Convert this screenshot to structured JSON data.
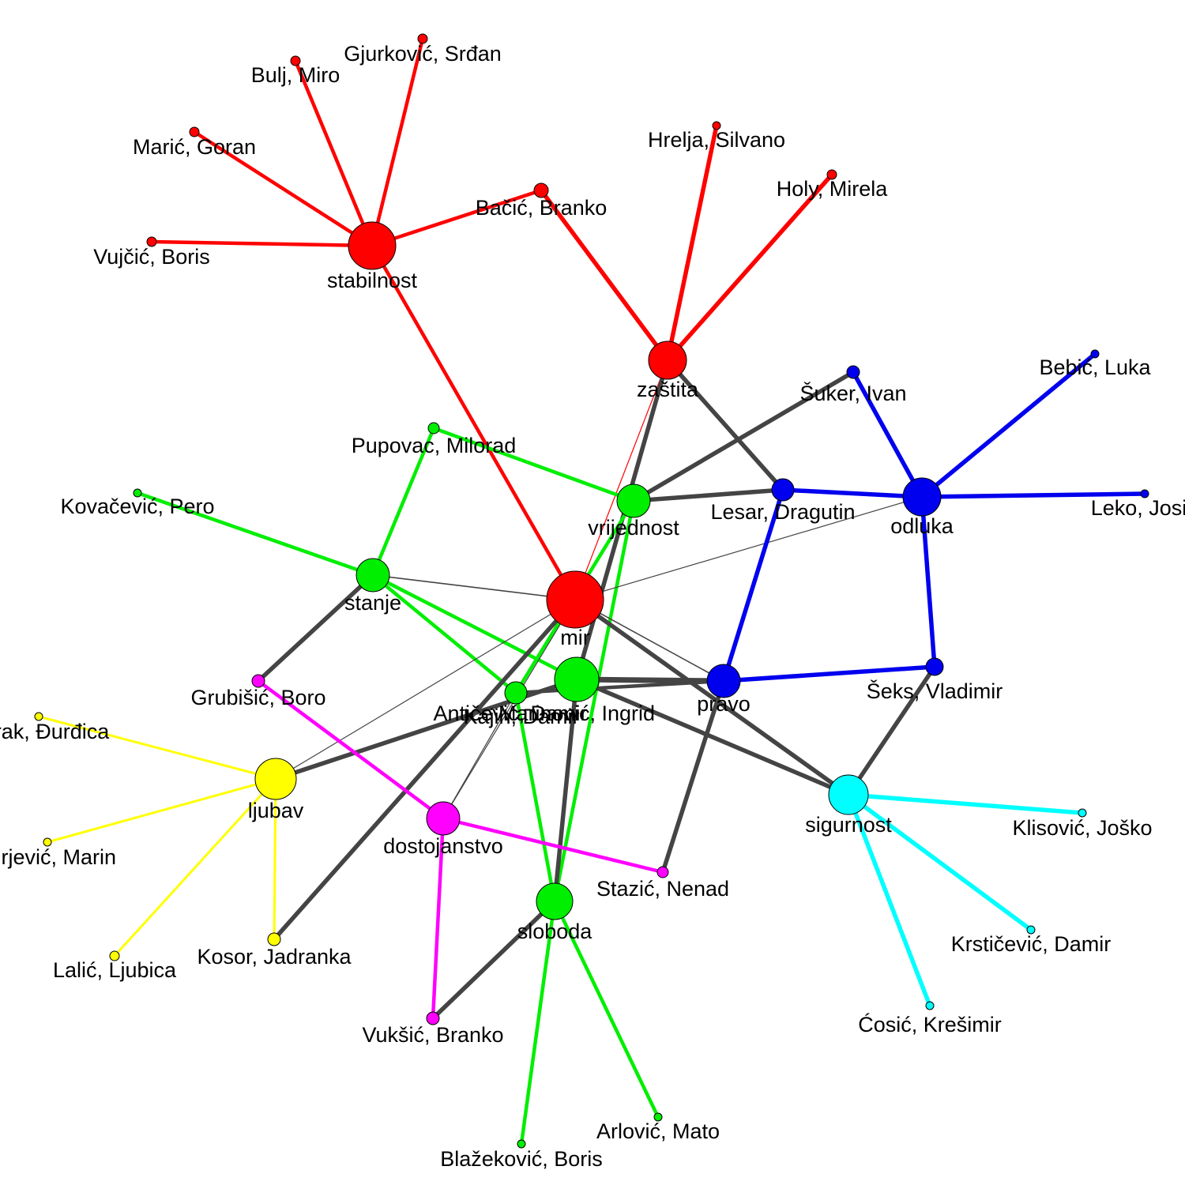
{
  "colors": {
    "red": "#ff0000",
    "green": "#00ee00",
    "blue": "#0000ee",
    "yellow": "#ffff00",
    "magenta": "#ff00ff",
    "cyan": "#00ffff",
    "gray": "#444444"
  },
  "nodes": [
    {
      "id": "stabilnost",
      "label": "stabilnost",
      "color": "red"
    },
    {
      "id": "mir",
      "label": "mir",
      "color": "red"
    },
    {
      "id": "zastita",
      "label": "zaštita",
      "color": "red"
    },
    {
      "id": "bacic",
      "label": "Bačić, Branko",
      "color": "red"
    },
    {
      "id": "bulj",
      "label": "Bulj, Miro",
      "color": "red"
    },
    {
      "id": "gjurkovic",
      "label": "Gjurković, Srđan",
      "color": "red"
    },
    {
      "id": "maric",
      "label": "Marić, Goran",
      "color": "red"
    },
    {
      "id": "vujcic",
      "label": "Vujčić, Boris",
      "color": "red"
    },
    {
      "id": "hrelja",
      "label": "Hrelja, Silvano",
      "color": "red"
    },
    {
      "id": "holy",
      "label": "Holy, Mirela",
      "color": "red"
    },
    {
      "id": "odluka",
      "label": "odluka",
      "color": "blue"
    },
    {
      "id": "pravo",
      "label": "pravo",
      "color": "blue"
    },
    {
      "id": "suker",
      "label": "Šuker, Ivan",
      "color": "blue"
    },
    {
      "id": "bebic",
      "label": "Bebić, Luka",
      "color": "blue"
    },
    {
      "id": "lesar",
      "label": "Lesar, Dragutin",
      "color": "blue"
    },
    {
      "id": "leko",
      "label": "Leko, Josip",
      "color": "blue"
    },
    {
      "id": "seks",
      "label": "Šeks, Vladimir",
      "color": "blue"
    },
    {
      "id": "vrijednost",
      "label": "vrijednost",
      "color": "green"
    },
    {
      "id": "stanje",
      "label": "stanje",
      "color": "green"
    },
    {
      "id": "marinovic",
      "label": "Marinović, Ingrid",
      "color": "green"
    },
    {
      "id": "sloboda",
      "label": "sloboda",
      "color": "green"
    },
    {
      "id": "pupovac",
      "label": "Pupovac, Milorad",
      "color": "green"
    },
    {
      "id": "kovacevic",
      "label": "Kovačević, Pero",
      "color": "green"
    },
    {
      "id": "antic",
      "label": "Antičević, Damir",
      "color": "green"
    },
    {
      "id": "kajin",
      "label": "Kajin, Damir",
      "color": "green"
    },
    {
      "id": "blazekovic",
      "label": "Blažeković, Boris",
      "color": "green"
    },
    {
      "id": "arlovic",
      "label": "Arlović, Mato",
      "color": "green"
    },
    {
      "id": "ljubav",
      "label": "ljubav",
      "color": "yellow"
    },
    {
      "id": "barak",
      "label": "Barak, Đurđica",
      "color": "yellow"
    },
    {
      "id": "jurjevic",
      "label": "Jurjević, Marin",
      "color": "yellow"
    },
    {
      "id": "lalic",
      "label": "Lalić, Ljubica",
      "color": "yellow"
    },
    {
      "id": "kosor",
      "label": "Kosor, Jadranka",
      "color": "yellow"
    },
    {
      "id": "dostojanstvo",
      "label": "dostojanstvo",
      "color": "magenta"
    },
    {
      "id": "grubisic",
      "label": "Grubišić, Boro",
      "color": "magenta"
    },
    {
      "id": "vuksic",
      "label": "Vukšić, Branko",
      "color": "magenta"
    },
    {
      "id": "stazic",
      "label": "Stazić, Nenad",
      "color": "magenta"
    },
    {
      "id": "sigurnost",
      "label": "sigurnost",
      "color": "cyan"
    },
    {
      "id": "klisovic",
      "label": "Klisović, Joško",
      "color": "cyan"
    },
    {
      "id": "krsticevic",
      "label": "Krstičević, Damir",
      "color": "cyan"
    },
    {
      "id": "cosic",
      "label": "Ćosić, Krešimir",
      "color": "cyan"
    }
  ],
  "edges": [
    {
      "source": "stabilnost",
      "target": "bulj",
      "color": "red",
      "weight": 2
    },
    {
      "source": "stabilnost",
      "target": "gjurkovic",
      "color": "red",
      "weight": 2
    },
    {
      "source": "stabilnost",
      "target": "maric",
      "color": "red",
      "weight": 2
    },
    {
      "source": "stabilnost",
      "target": "vujcic",
      "color": "red",
      "weight": 2
    },
    {
      "source": "stabilnost",
      "target": "bacic",
      "color": "red",
      "weight": 2
    },
    {
      "source": "stabilnost",
      "target": "mir",
      "color": "red",
      "weight": 2
    },
    {
      "source": "zastita",
      "target": "bacic",
      "color": "red",
      "weight": 3
    },
    {
      "source": "zastita",
      "target": "hrelja",
      "color": "red",
      "weight": 3
    },
    {
      "source": "zastita",
      "target": "holy",
      "color": "red",
      "weight": 3
    },
    {
      "source": "zastita",
      "target": "mir",
      "color": "red",
      "weight": 0.5
    },
    {
      "source": "zastita",
      "target": "lesar",
      "color": "gray",
      "weight": 3
    },
    {
      "source": "zastita",
      "target": "marinovic",
      "color": "gray",
      "weight": 3
    },
    {
      "source": "vrijednost",
      "target": "suker",
      "color": "gray",
      "weight": 3
    },
    {
      "source": "vrijednost",
      "target": "lesar",
      "color": "gray",
      "weight": 3
    },
    {
      "source": "vrijednost",
      "target": "pupovac",
      "color": "green",
      "weight": 2
    },
    {
      "source": "vrijednost",
      "target": "antic",
      "color": "green",
      "weight": 2
    },
    {
      "source": "vrijednost",
      "target": "sloboda",
      "color": "green",
      "weight": 2
    },
    {
      "source": "stanje",
      "target": "pupovac",
      "color": "green",
      "weight": 2
    },
    {
      "source": "stanje",
      "target": "kovacevic",
      "color": "green",
      "weight": 2
    },
    {
      "source": "stanje",
      "target": "marinovic",
      "color": "green",
      "weight": 2
    },
    {
      "source": "stanje",
      "target": "antic",
      "color": "green",
      "weight": 2
    },
    {
      "source": "stanje",
      "target": "mir",
      "color": "gray",
      "weight": 1
    },
    {
      "source": "stanje",
      "target": "grubisic",
      "color": "gray",
      "weight": 3
    },
    {
      "source": "odluka",
      "target": "suker",
      "color": "blue",
      "weight": 3
    },
    {
      "source": "odluka",
      "target": "bebic",
      "color": "blue",
      "weight": 3
    },
    {
      "source": "odluka",
      "target": "lesar",
      "color": "blue",
      "weight": 3
    },
    {
      "source": "odluka",
      "target": "leko",
      "color": "blue",
      "weight": 3
    },
    {
      "source": "odluka",
      "target": "seks",
      "color": "blue",
      "weight": 3
    },
    {
      "source": "odluka",
      "target": "mir",
      "color": "gray",
      "weight": 0.5
    },
    {
      "source": "pravo",
      "target": "lesar",
      "color": "blue",
      "weight": 3
    },
    {
      "source": "pravo",
      "target": "seks",
      "color": "blue",
      "weight": 3
    },
    {
      "source": "pravo",
      "target": "marinovic",
      "color": "gray",
      "weight": 4
    },
    {
      "source": "pravo",
      "target": "antic",
      "color": "gray",
      "weight": 2
    },
    {
      "source": "pravo",
      "target": "stazic",
      "color": "gray",
      "weight": 3
    },
    {
      "source": "pravo",
      "target": "mir",
      "color": "gray",
      "weight": 1
    },
    {
      "source": "mir",
      "target": "sigurnost",
      "color": "gray",
      "weight": 3
    },
    {
      "source": "mir",
      "target": "dostojanstvo",
      "color": "gray",
      "weight": 0.5
    },
    {
      "source": "mir",
      "target": "ljubav",
      "color": "gray",
      "weight": 0.5
    },
    {
      "source": "mir",
      "target": "kosor",
      "color": "gray",
      "weight": 3
    },
    {
      "source": "marinovic",
      "target": "sigurnost",
      "color": "gray",
      "weight": 3
    },
    {
      "source": "marinovic",
      "target": "sloboda",
      "color": "gray",
      "weight": 3
    },
    {
      "source": "marinovic",
      "target": "ljubav",
      "color": "gray",
      "weight": 3
    },
    {
      "source": "sigurnost",
      "target": "seks",
      "color": "gray",
      "weight": 3
    },
    {
      "source": "sigurnost",
      "target": "klisovic",
      "color": "cyan",
      "weight": 3
    },
    {
      "source": "sigurnost",
      "target": "krsticevic",
      "color": "cyan",
      "weight": 3
    },
    {
      "source": "sigurnost",
      "target": "cosic",
      "color": "cyan",
      "weight": 3
    },
    {
      "source": "sloboda",
      "target": "antic",
      "color": "green",
      "weight": 2
    },
    {
      "source": "sloboda",
      "target": "blazekovic",
      "color": "green",
      "weight": 2
    },
    {
      "source": "sloboda",
      "target": "arlovic",
      "color": "green",
      "weight": 2
    },
    {
      "source": "sloboda",
      "target": "vuksic",
      "color": "gray",
      "weight": 3
    },
    {
      "source": "antic",
      "target": "dostojanstvo",
      "color": "gray",
      "weight": 0.5
    },
    {
      "source": "ljubav",
      "target": "barak",
      "color": "yellow",
      "weight": 1.5
    },
    {
      "source": "ljubav",
      "target": "jurjevic",
      "color": "yellow",
      "weight": 1.5
    },
    {
      "source": "ljubav",
      "target": "lalic",
      "color": "yellow",
      "weight": 1.5
    },
    {
      "source": "ljubav",
      "target": "kosor",
      "color": "yellow",
      "weight": 1.5
    },
    {
      "source": "dostojanstvo",
      "target": "grubisic",
      "color": "magenta",
      "weight": 2
    },
    {
      "source": "dostojanstvo",
      "target": "vuksic",
      "color": "magenta",
      "weight": 2
    },
    {
      "source": "dostojanstvo",
      "target": "stazic",
      "color": "magenta",
      "weight": 2
    }
  ]
}
